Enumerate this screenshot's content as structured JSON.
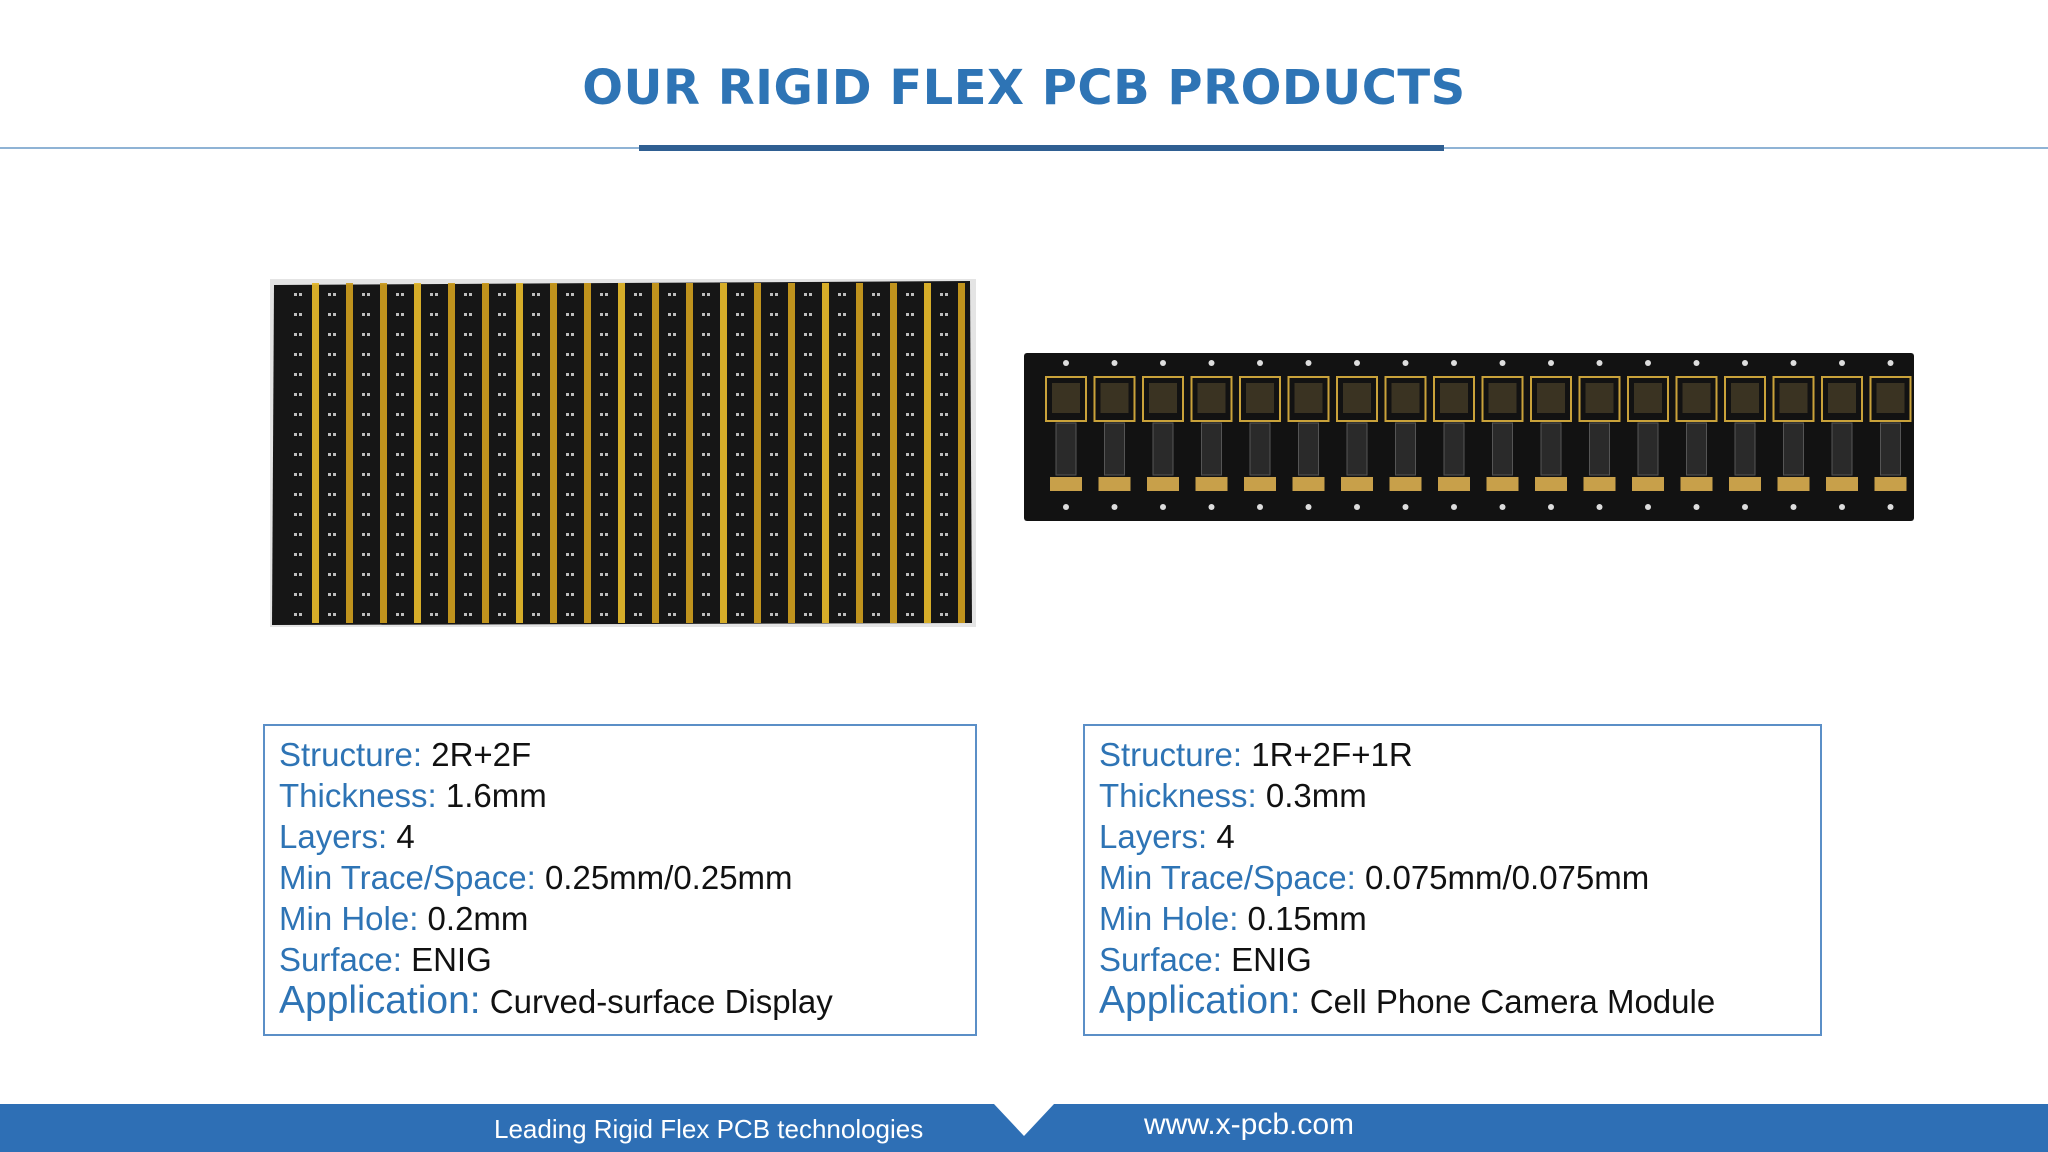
{
  "header": {
    "title": "OUR RIGID FLEX PCB PRODUCTS"
  },
  "products": [
    {
      "image_name": "curved-display-panel",
      "specs": [
        {
          "label": "Structure:",
          "value": " 2R+2F"
        },
        {
          "label": "Thickness:",
          "value": " 1.6mm"
        },
        {
          "label": "Layers:",
          "value": " 4"
        },
        {
          "label": "Min Trace/Space:",
          "value": " 0.25mm/0.25mm"
        },
        {
          "label": "Min Hole:",
          "value": " 0.2mm"
        },
        {
          "label": "Surface:",
          "value": " ENIG"
        },
        {
          "label": "Application:",
          "value": " Curved-surface Display"
        }
      ]
    },
    {
      "image_name": "camera-module-panel",
      "specs": [
        {
          "label": "Structure:",
          "value": " 1R+2F+1R"
        },
        {
          "label": "Thickness:",
          "value": " 0.3mm"
        },
        {
          "label": "Layers:",
          "value": " 4"
        },
        {
          "label": "Min Trace/Space:",
          "value": " 0.075mm/0.075mm"
        },
        {
          "label": "Min Hole:",
          "value": " 0.15mm"
        },
        {
          "label": "Surface:",
          "value": " ENIG"
        },
        {
          "label": "Application:",
          "value": " Cell Phone Camera Module"
        }
      ]
    }
  ],
  "footer": {
    "tagline": "Leading Rigid Flex PCB technologies",
    "website": "www.x-pcb.com"
  },
  "colors": {
    "accent": "#2e74b5",
    "footer": "#2e6fb5",
    "rule": "#2f5f92",
    "box_border": "#5b8fc7"
  }
}
